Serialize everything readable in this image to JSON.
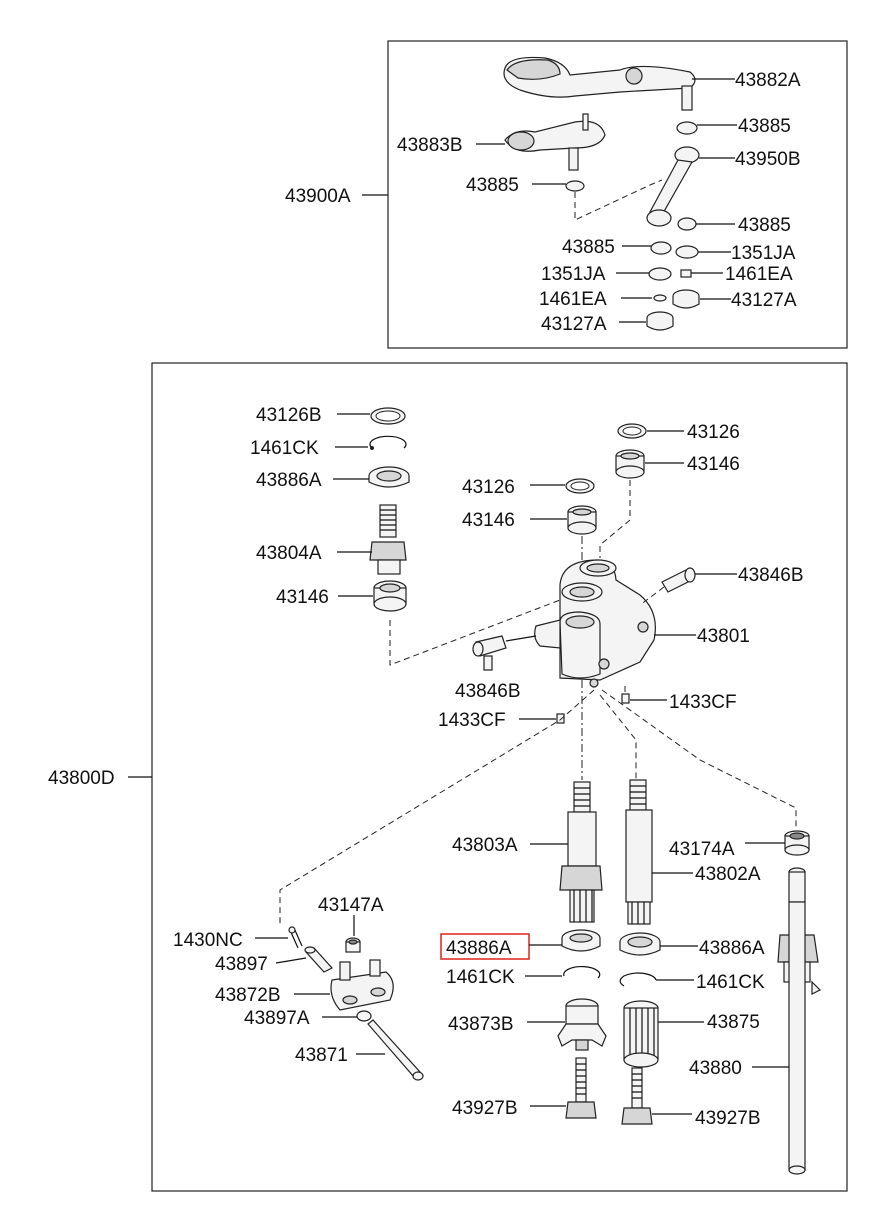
{
  "groups": {
    "upper_assembly": "43900A",
    "lower_assembly": "43800D"
  },
  "labels": {
    "p43882A": "43882A",
    "p43885_a": "43885",
    "p43883B": "43883B",
    "p43950B": "43950B",
    "p43885_b": "43885",
    "p43885_c": "43885",
    "p43885_d": "43885",
    "p1351JA_a": "1351JA",
    "p1351JA_b": "1351JA",
    "p1461EA_a": "1461EA",
    "p1461EA_b": "1461EA",
    "p43127A_a": "43127A",
    "p43127A_b": "43127A",
    "p43126B": "43126B",
    "p1461CK_a": "1461CK",
    "p43886A_a": "43886A",
    "p43804A": "43804A",
    "p43146_a": "43146",
    "p43126_a": "43126",
    "p43146_b": "43146",
    "p43126_b": "43126",
    "p43146_c": "43146",
    "p43846B_a": "43846B",
    "p43801": "43801",
    "p43846B_b": "43846B",
    "p1433CF_a": "1433CF",
    "p1433CF_b": "1433CF",
    "p43803A": "43803A",
    "p43174A": "43174A",
    "p43802A": "43802A",
    "p43147A": "43147A",
    "p1430NC": "1430NC",
    "p43886A_highlighted": "43886A",
    "p43886A_b": "43886A",
    "p43897": "43897",
    "p1461CK_b": "1461CK",
    "p1461CK_c": "1461CK",
    "p43872B": "43872B",
    "p43897A": "43897A",
    "p43873B": "43873B",
    "p43875": "43875",
    "p43871": "43871",
    "p43880": "43880",
    "p43927B_a": "43927B",
    "p43927B_b": "43927B"
  },
  "highlight_color": "#e0302a"
}
